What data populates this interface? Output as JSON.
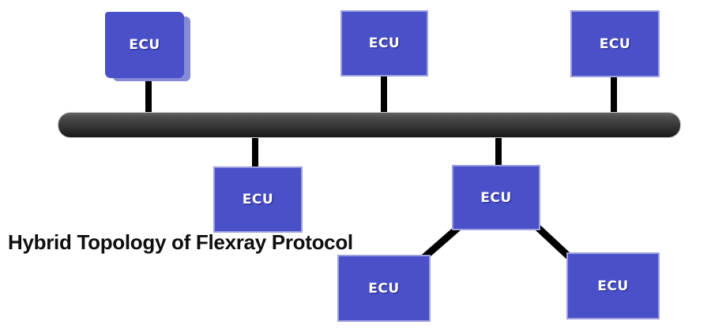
{
  "diagram": {
    "title": "Hybrid Topology of Flexray Protocol",
    "type": "network-topology",
    "bus": {
      "name": "linear-bus-backbone"
    },
    "nodes": [
      {
        "id": "ecu-top-left",
        "label": "ECU"
      },
      {
        "id": "ecu-top-center",
        "label": "ECU"
      },
      {
        "id": "ecu-top-right",
        "label": "ECU"
      },
      {
        "id": "ecu-branch-left",
        "label": "ECU"
      },
      {
        "id": "ecu-star-hub",
        "label": "ECU"
      },
      {
        "id": "ecu-star-leaf-left",
        "label": "ECU"
      },
      {
        "id": "ecu-star-leaf-right",
        "label": "ECU"
      }
    ],
    "connections": [
      {
        "from": "ecu-top-left",
        "to": "bus"
      },
      {
        "from": "ecu-top-center",
        "to": "bus"
      },
      {
        "from": "ecu-top-right",
        "to": "bus"
      },
      {
        "from": "ecu-branch-left",
        "to": "bus"
      },
      {
        "from": "ecu-star-hub",
        "to": "bus"
      },
      {
        "from": "ecu-star-hub",
        "to": "ecu-star-leaf-left"
      },
      {
        "from": "ecu-star-hub",
        "to": "ecu-star-leaf-right"
      }
    ],
    "colors": {
      "node_fill": "#4a50c7",
      "node_border": "#9ca1e0",
      "node_side_3d": "#868bd8",
      "node_text": "#ffffff",
      "bus_gradient_top": "#636363",
      "bus_gradient_bottom": "#181818",
      "connector": "#000000",
      "title_text": "#0f0f0f",
      "background": "#ffffff"
    }
  }
}
